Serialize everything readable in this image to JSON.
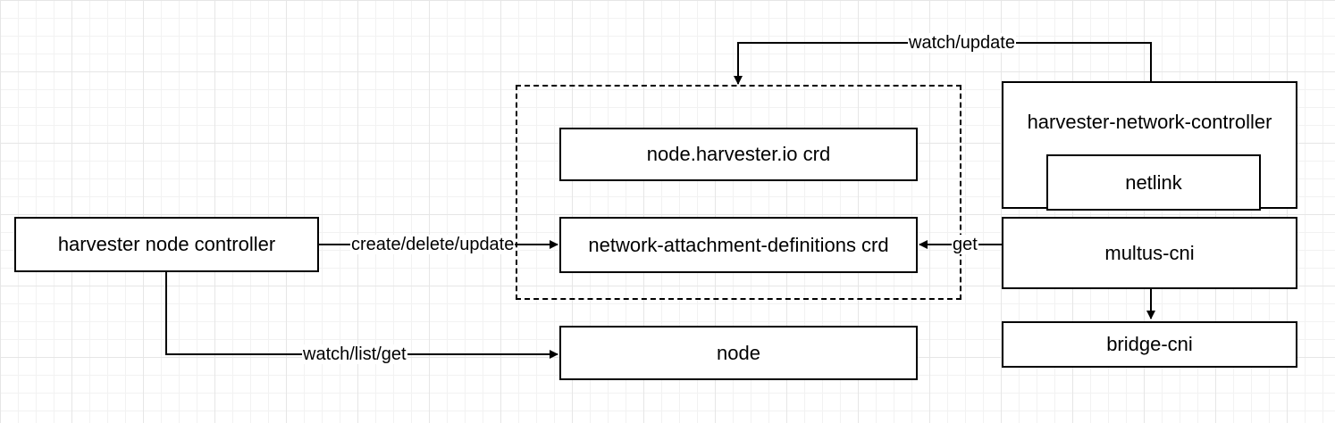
{
  "nodes": {
    "harvester_node_controller": "harvester node controller",
    "node_crd": "node.harvester.io crd",
    "nad_crd": "network-attachment-definitions crd",
    "node": "node",
    "network_controller": "harvester-network-controller",
    "netlink": "netlink",
    "multus": "multus-cni",
    "bridge": "bridge-cni"
  },
  "edges": {
    "create_delete_update": "create/delete/update",
    "watch_list_get": "watch/list/get",
    "get": "get",
    "watch_update": "watch/update"
  }
}
